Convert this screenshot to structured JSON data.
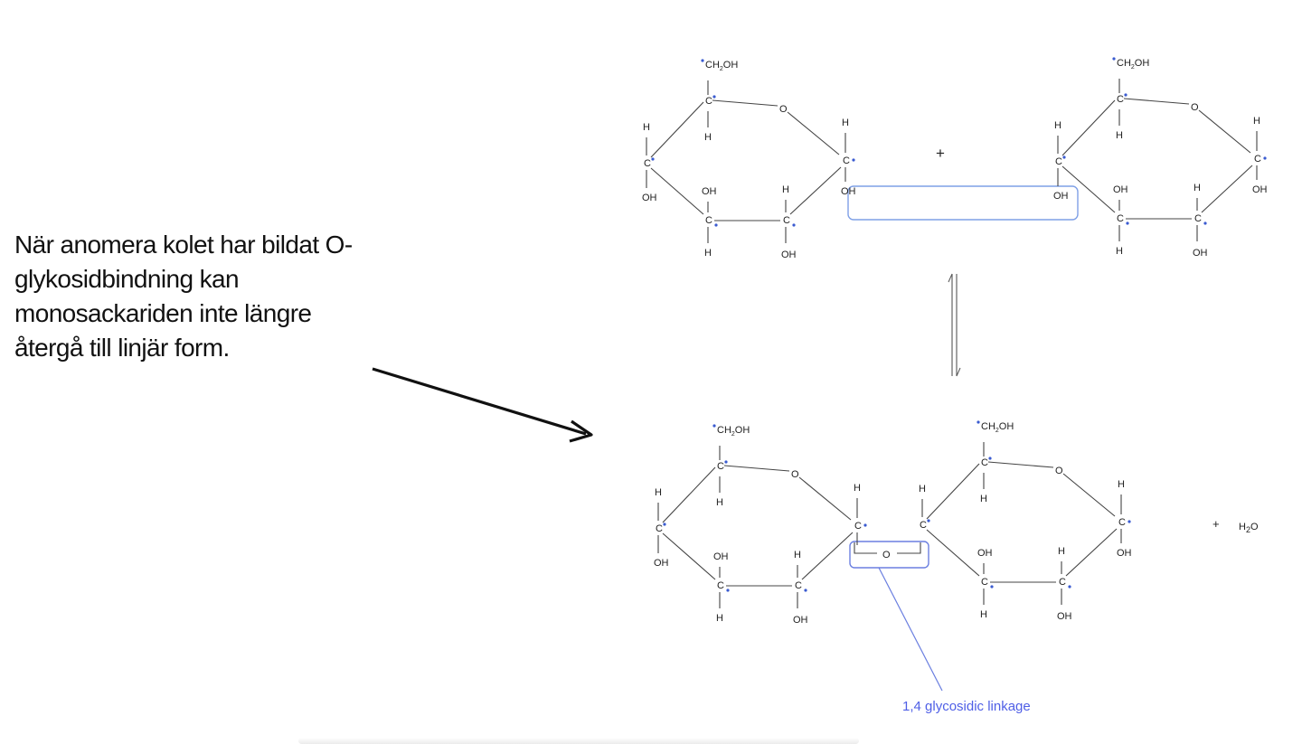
{
  "caption": {
    "lines": [
      "När anomera kolet har bildat O-",
      "glykosidbindning kan",
      "monosackariden inte längre",
      "återgå till linjär form."
    ]
  },
  "labels": {
    "plus_top": "+",
    "plus_bottom": "+",
    "water": "H2O",
    "linkage": "1,4 glycosidic linkage"
  },
  "atoms": {
    "carbon": "C",
    "hydrogen": "H",
    "oxygen": "O",
    "hydroxyl": "OH",
    "hydroxymethyl": "CH2OH"
  },
  "colors": {
    "text": "#111111",
    "bond": "#444444",
    "highlight": "#6f8fe0",
    "linkage_text": "#4f5fe6",
    "marker": "#3a5bd0"
  }
}
